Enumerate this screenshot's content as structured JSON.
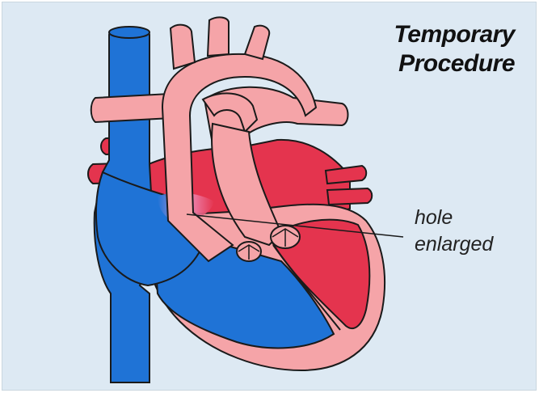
{
  "title": {
    "line1": "Temporary",
    "line2": "Procedure"
  },
  "annotation": {
    "line1": "hole",
    "line2": "enlarged"
  },
  "colors": {
    "background": "#dde9f3",
    "deoxygenated_blue": "#1f73d6",
    "oxygenated_red": "#e4344e",
    "heart_pink": "#f5a4a8",
    "outline": "#1a1a1a"
  }
}
